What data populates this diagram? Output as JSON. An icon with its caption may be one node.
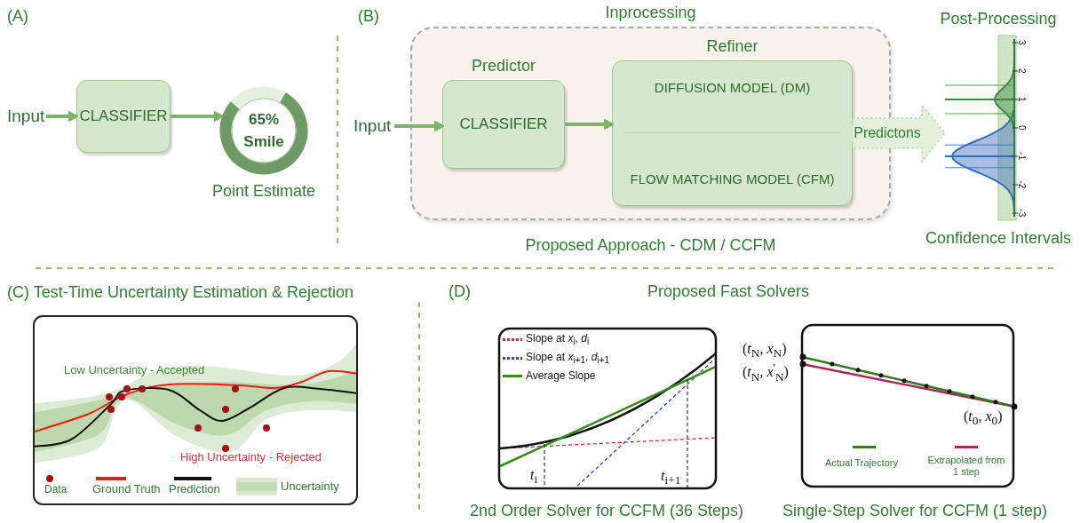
{
  "diagram": {
    "nodes": [
      {
        "text": [
          "Input"
        ]
      },
      {
        "text": [
          "CLASSIFIER"
        ]
      },
      {
        "text": [
          "65% Smile"
        ],
        "beside": [
          "Point Estimate"
        ]
      },
      {
        "text": [
          "Inprocessing"
        ],
        "beside": [
          "Proposed Approach - CDM / CCFM"
        ]
      },
      {
        "text": [
          "Input"
        ]
      },
      {
        "text": [
          "Predictor",
          "CLASSIFIER"
        ],
        "in": 3
      },
      {
        "text": [
          "Refiner",
          "DIFFUSION MODEL (DM)",
          "FLOW MATCHING MODEL (CFM)"
        ],
        "in": 3
      },
      {
        "text": [
          "Post-Processing"
        ],
        "beside": [
          "Confidence Intervals"
        ]
      }
    ],
    "edges": [
      {
        "from": 0,
        "to": 1,
        "arrow": "to"
      },
      {
        "from": 1,
        "to": 2,
        "arrow": "to"
      },
      {
        "from": 4,
        "to": 5,
        "arrow": "to"
      },
      {
        "from": 5,
        "to": 6,
        "arrow": "to"
      },
      {
        "from": 6,
        "to": 7,
        "arrow": "to",
        "label": "Predictons",
        "style": "thick"
      }
    ],
    "labels": [
      "(A)",
      "(B)",
      "3",
      "2",
      "1",
      "0",
      "-1",
      "-2",
      "-3",
      "(C) Test-Time Uncertainty Estimation & Rejection",
      "Low Uncertainty - Accepted",
      "High Uncertainty - Rejected",
      "(D)",
      "Proposed Fast Solvers",
      "*t*$_{i}$",
      "*t*$_{i+1}$",
      "2nd Order Solver for CCFM (36 Steps)",
      "(*t*$_{N}$, *x*$_{N}$)",
      "(*t*$_{N}$, *x*$^{'}$$_{N}$)",
      "(*t*$_{0}$, *x*$_{0}$)",
      "Single-Step Solver for CCFM (1 step)"
    ],
    "legend": [
      {
        "text": "Data"
      },
      {
        "text": "Ground Truth"
      },
      {
        "text": "Prediction"
      },
      {
        "text": "Uncertainty",
        "color": "#c4dcb6"
      },
      {
        "text": "Slope at *x*$_{i}$, *d*$_{i}$"
      },
      {
        "text": "Slope at *x*$_{i+1}$, *d*$_{i+1}$"
      },
      {
        "text": "Average Slope"
      },
      {
        "text": "Actual Trajectory"
      },
      {
        "text": "Extrapolated from 1 step"
      }
    ]
  }
}
